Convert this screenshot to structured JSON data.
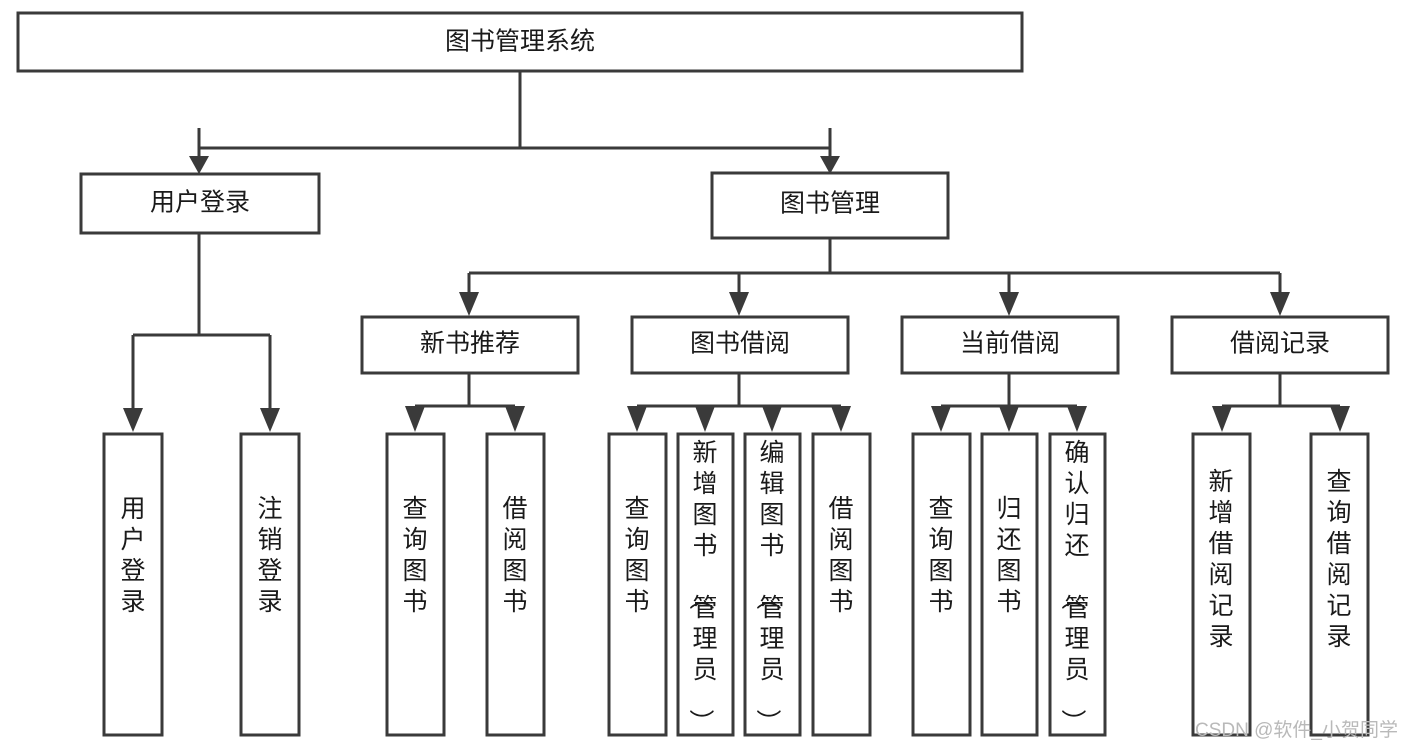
{
  "diagram": {
    "title": "图书管理系统",
    "type": "tree",
    "background_color": "#ffffff",
    "line_color": "#3a3a3a",
    "text_color": "#1a1a1a",
    "root": {
      "id": "root",
      "label": "图书管理系统",
      "orientation": "horizontal"
    },
    "level2": [
      {
        "id": "user-login",
        "label": "用户登录",
        "orientation": "horizontal"
      },
      {
        "id": "book-manage",
        "label": "图书管理",
        "orientation": "horizontal"
      }
    ],
    "level3": [
      {
        "id": "new-book-recommend",
        "label": "新书推荐",
        "orientation": "horizontal",
        "parent": "book-manage"
      },
      {
        "id": "book-borrow",
        "label": "图书借阅",
        "orientation": "horizontal",
        "parent": "book-manage"
      },
      {
        "id": "current-borrow",
        "label": "当前借阅",
        "orientation": "horizontal",
        "parent": "book-manage"
      },
      {
        "id": "borrow-record",
        "label": "借阅记录",
        "orientation": "horizontal",
        "parent": "book-manage"
      }
    ],
    "leaves": [
      {
        "id": "leaf-user-login",
        "label": "用户登录",
        "orientation": "vertical",
        "parent": "user-login"
      },
      {
        "id": "leaf-logout-login",
        "label": "注销登录",
        "orientation": "vertical",
        "parent": "user-login"
      },
      {
        "id": "leaf-query-book-1",
        "label": "查询图书",
        "orientation": "vertical",
        "parent": "new-book-recommend"
      },
      {
        "id": "leaf-borrow-book-1",
        "label": "借阅图书",
        "orientation": "vertical",
        "parent": "new-book-recommend"
      },
      {
        "id": "leaf-query-book-2",
        "label": "查询图书",
        "orientation": "vertical",
        "parent": "book-borrow"
      },
      {
        "id": "leaf-add-book",
        "label": "新增图书（管理员）",
        "orientation": "vertical",
        "parent": "book-borrow"
      },
      {
        "id": "leaf-edit-book",
        "label": "编辑图书（管理员）",
        "orientation": "vertical",
        "parent": "book-borrow"
      },
      {
        "id": "leaf-borrow-book-2",
        "label": "借阅图书",
        "orientation": "vertical",
        "parent": "book-borrow"
      },
      {
        "id": "leaf-query-book-3",
        "label": "查询图书",
        "orientation": "vertical",
        "parent": "current-borrow"
      },
      {
        "id": "leaf-return-book",
        "label": "归还图书",
        "orientation": "vertical",
        "parent": "current-borrow"
      },
      {
        "id": "leaf-confirm-return",
        "label": "确认归还（管理员）",
        "orientation": "vertical",
        "parent": "current-borrow"
      },
      {
        "id": "leaf-add-record",
        "label": "新增借阅记录",
        "orientation": "vertical",
        "parent": "borrow-record"
      },
      {
        "id": "leaf-query-record",
        "label": "查询借阅记录",
        "orientation": "vertical",
        "parent": "borrow-record"
      }
    ]
  },
  "watermark": {
    "text": "CSDN @软件_小贺同学"
  }
}
